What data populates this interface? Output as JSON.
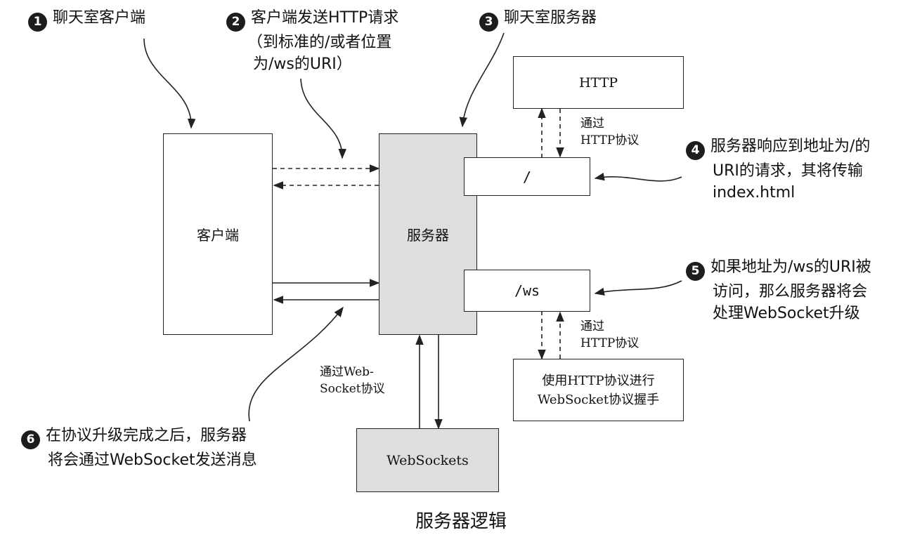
{
  "callouts": {
    "c1": {
      "num": "1",
      "line1": "聊天室客户端"
    },
    "c2": {
      "num": "2",
      "line1": "客户端发送HTTP请求",
      "line2": "（到标准的/或者位置",
      "line3": "为/ws的URI）"
    },
    "c3": {
      "num": "3",
      "line1": "聊天室服务器"
    },
    "c4": {
      "num": "4",
      "line1": "服务器响应到地址为/的",
      "line2": "URI的请求，其将传输",
      "line3": "index.html"
    },
    "c5": {
      "num": "5",
      "line1": "如果地址为/ws的URI被",
      "line2": "访问，那么服务器将会",
      "line3": "处理WebSocket升级"
    },
    "c6": {
      "num": "6",
      "line1": "在协议升级完成之后，服务器",
      "line2": "将会通过WebSocket发送消息"
    }
  },
  "boxes": {
    "client": "客户端",
    "server": "服务器",
    "http": "HTTP",
    "root_path": "/",
    "ws_path": "/ws",
    "handshake_line1": "使用HTTP协议进行",
    "handshake_line2": "WebSocket协议握手",
    "websockets": "WebSockets"
  },
  "labels": {
    "via_http_top_line1": "通过",
    "via_http_top_line2": "HTTP协议",
    "via_http_bottom_line1": "通过",
    "via_http_bottom_line2": "HTTP协议",
    "via_ws_line1": "通过Web-",
    "via_ws_line2": "Socket协议"
  },
  "caption": "服务器逻辑",
  "colors": {
    "server_fill": "#dedede",
    "badge_fill": "#1d1d1d",
    "line": "#222222"
  }
}
